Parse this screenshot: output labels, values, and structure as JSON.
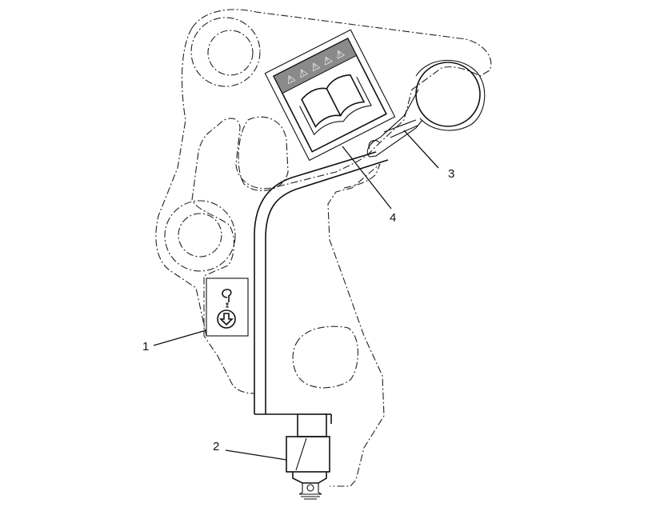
{
  "figure": {
    "callouts": [
      {
        "id": "1",
        "label": "1"
      },
      {
        "id": "2",
        "label": "2"
      },
      {
        "id": "3",
        "label": "3"
      },
      {
        "id": "4",
        "label": "4"
      }
    ],
    "decals": {
      "lift_point_decal": "lift-point symbol (hook over down arrow)",
      "manual_decal": "operator manual symbol (open book)"
    }
  }
}
